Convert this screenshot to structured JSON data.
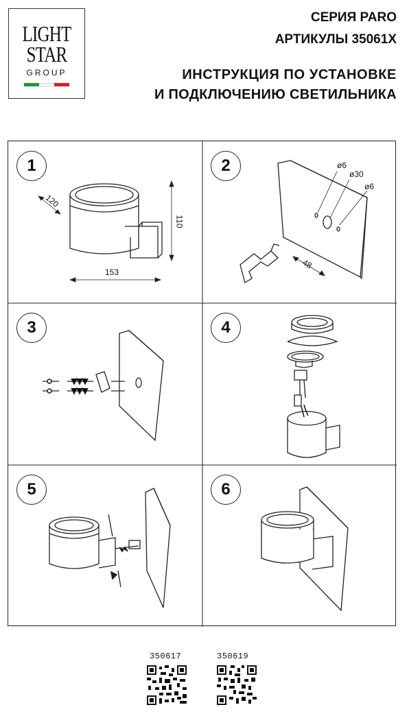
{
  "logo": {
    "line1": "LIGHT",
    "line2": "STAR",
    "line3": "GROUP",
    "flag_colors": [
      "#1f9a3a",
      "#ffffff",
      "#d0222a"
    ]
  },
  "header": {
    "series": "СЕРИЯ PARO",
    "articles": "АРТИКУЛЫ 35061X",
    "title_line1": "ИНСТРУКЦИЯ ПО УСТАНОВКЕ",
    "title_line2": "И ПОДКЛЮЧЕНИЮ СВЕТИЛЬНИКА"
  },
  "steps": [
    {
      "number": "1",
      "dims": {
        "depth": "120",
        "height": "110",
        "width": "153"
      }
    },
    {
      "number": "2",
      "dims": {
        "hole1": "ø6",
        "hole2": "ø30",
        "hole3": "ø6",
        "spacing": "48"
      }
    },
    {
      "number": "3"
    },
    {
      "number": "4"
    },
    {
      "number": "5"
    },
    {
      "number": "6"
    }
  ],
  "qr_codes": [
    {
      "label": "350617"
    },
    {
      "label": "350619"
    }
  ]
}
